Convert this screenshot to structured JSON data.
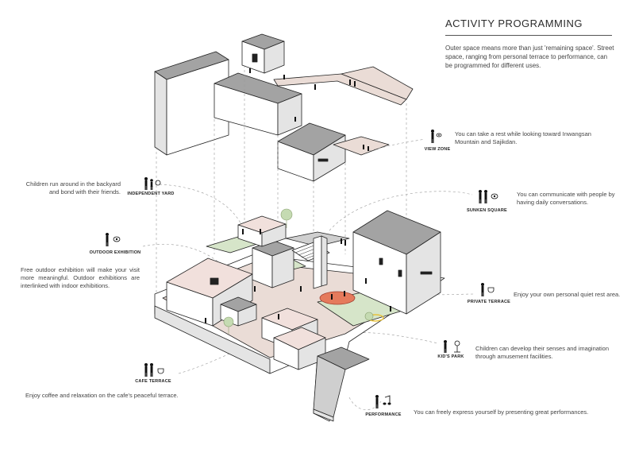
{
  "header": {
    "title": "ACTIVITY PROGRAMMING",
    "intro": "Outer space means more than just 'remaining space'. Street space, ranging from personal terrace to performance, can be programmed for different uses."
  },
  "activities": {
    "view_zone": {
      "label": "VIEW ZONE",
      "description": "You can take a rest while looking toward Inwangsan Mountain and Sajikdan."
    },
    "independent_yard": {
      "label": "INDEPENDENT YARD",
      "description": "Children run around in the backyard and bond with their friends."
    },
    "sunken_square": {
      "label": "SUNKEN SQUARE",
      "description": "You can communicate with people by having daily conversations."
    },
    "outdoor_exhibition": {
      "label": "OUTDOOR EXHIBITION",
      "description": "Free outdoor exhibition will make your visit more meaningful. Outdoor exhibitions are interlinked with indoor exhibitions."
    },
    "private_terrace": {
      "label": "PRIVATE TERRACE",
      "description": "Enjoy your own personal quiet rest area."
    },
    "kids_park": {
      "label": "KID'S PARK",
      "description": "Children can develop their senses and imagination through amusement facilities."
    },
    "cafe_terrace": {
      "label": "CAFE TERRACE",
      "description": "Enjoy coffee and relaxation on the cafe's peaceful terrace."
    },
    "performance": {
      "label": "PERFORMANCE",
      "description": "You can freely express yourself by presenting great performances."
    }
  },
  "colors": {
    "wall_light": "#ffffff",
    "wall_shade": "#e4e4e4",
    "roof": "#a3a3a3",
    "deck": "#eadcd6",
    "green": "#d6e5c9",
    "accent_red": "#e57a5c",
    "accent_yellow": "#e8c23a",
    "stroke": "#222222"
  }
}
